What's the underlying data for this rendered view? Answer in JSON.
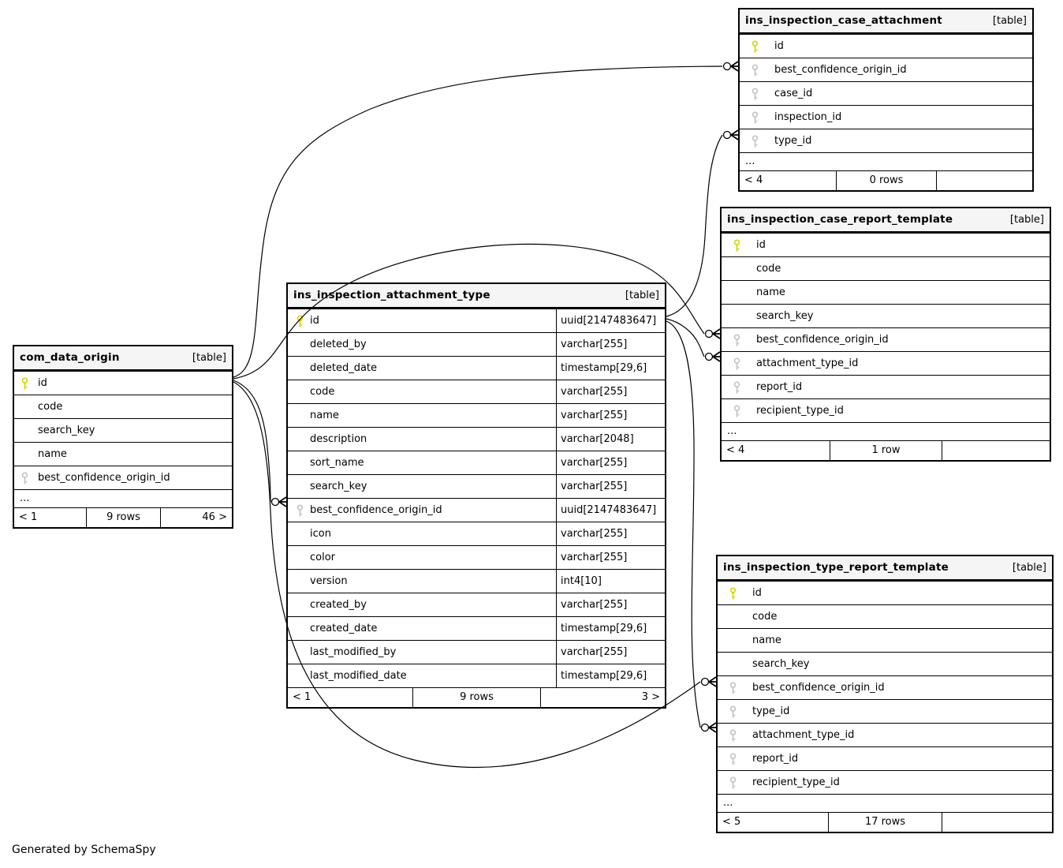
{
  "footer_note": "Generated by SchemaSpy",
  "colors": {
    "pk_key": "#d6d600",
    "fk_key": "#c4c4c4",
    "header_bg": "#f5f5f5",
    "border": "#000000",
    "edge": "#000000"
  },
  "tables": [
    {
      "name": "com_data_origin",
      "tag": "[table]",
      "columns": [
        {
          "name": "id",
          "key": "pk"
        },
        {
          "name": "code"
        },
        {
          "name": "search_key"
        },
        {
          "name": "name"
        },
        {
          "name": "best_confidence_origin_id",
          "key": "fk"
        },
        {
          "name": "...",
          "ellipsis": true
        }
      ],
      "footer": {
        "left": "< 1",
        "center": "9 rows",
        "right": "46 >"
      }
    },
    {
      "name": "ins_inspection_attachment_type",
      "tag": "[table]",
      "columns": [
        {
          "name": "id",
          "type": "uuid[2147483647]",
          "key": "pk"
        },
        {
          "name": "deleted_by",
          "type": "varchar[255]"
        },
        {
          "name": "deleted_date",
          "type": "timestamp[29,6]"
        },
        {
          "name": "code",
          "type": "varchar[255]"
        },
        {
          "name": "name",
          "type": "varchar[255]"
        },
        {
          "name": "description",
          "type": "varchar[2048]"
        },
        {
          "name": "sort_name",
          "type": "varchar[255]"
        },
        {
          "name": "search_key",
          "type": "varchar[255]"
        },
        {
          "name": "best_confidence_origin_id",
          "type": "uuid[2147483647]",
          "key": "fk"
        },
        {
          "name": "icon",
          "type": "varchar[255]"
        },
        {
          "name": "color",
          "type": "varchar[255]"
        },
        {
          "name": "version",
          "type": "int4[10]"
        },
        {
          "name": "created_by",
          "type": "varchar[255]"
        },
        {
          "name": "created_date",
          "type": "timestamp[29,6]"
        },
        {
          "name": "last_modified_by",
          "type": "varchar[255]"
        },
        {
          "name": "last_modified_date",
          "type": "timestamp[29,6]"
        }
      ],
      "footer": {
        "left": "< 1",
        "center": "9 rows",
        "right": "3 >"
      }
    },
    {
      "name": "ins_inspection_case_attachment",
      "tag": "[table]",
      "columns": [
        {
          "name": "id",
          "key": "pk"
        },
        {
          "name": "best_confidence_origin_id",
          "key": "fk"
        },
        {
          "name": "case_id",
          "key": "fk"
        },
        {
          "name": "inspection_id",
          "key": "fk"
        },
        {
          "name": "type_id",
          "key": "fk"
        },
        {
          "name": "...",
          "ellipsis": true
        }
      ],
      "footer": {
        "left": "< 4",
        "center": "0 rows",
        "right": ""
      }
    },
    {
      "name": "ins_inspection_case_report_template",
      "tag": "[table]",
      "columns": [
        {
          "name": "id",
          "key": "pk"
        },
        {
          "name": "code"
        },
        {
          "name": "name"
        },
        {
          "name": "search_key"
        },
        {
          "name": "best_confidence_origin_id",
          "key": "fk"
        },
        {
          "name": "attachment_type_id",
          "key": "fk"
        },
        {
          "name": "report_id",
          "key": "fk"
        },
        {
          "name": "recipient_type_id",
          "key": "fk"
        },
        {
          "name": "...",
          "ellipsis": true
        }
      ],
      "footer": {
        "left": "< 4",
        "center": "1 row",
        "right": ""
      }
    },
    {
      "name": "ins_inspection_type_report_template",
      "tag": "[table]",
      "columns": [
        {
          "name": "id",
          "key": "pk"
        },
        {
          "name": "code"
        },
        {
          "name": "name"
        },
        {
          "name": "search_key"
        },
        {
          "name": "best_confidence_origin_id",
          "key": "fk"
        },
        {
          "name": "type_id",
          "key": "fk"
        },
        {
          "name": "attachment_type_id",
          "key": "fk"
        },
        {
          "name": "report_id",
          "key": "fk"
        },
        {
          "name": "recipient_type_id",
          "key": "fk"
        },
        {
          "name": "...",
          "ellipsis": true
        }
      ],
      "footer": {
        "left": "< 5",
        "center": "17 rows",
        "right": ""
      }
    }
  ],
  "relationships": [
    {
      "from_table": "com_data_origin",
      "from_column": "id",
      "to_table": "ins_inspection_case_attachment",
      "to_column": "best_confidence_origin_id"
    },
    {
      "from_table": "com_data_origin",
      "from_column": "id",
      "to_table": "ins_inspection_case_report_template",
      "to_column": "best_confidence_origin_id"
    },
    {
      "from_table": "com_data_origin",
      "from_column": "id",
      "to_table": "ins_inspection_attachment_type",
      "to_column": "best_confidence_origin_id"
    },
    {
      "from_table": "com_data_origin",
      "from_column": "id",
      "to_table": "ins_inspection_type_report_template",
      "to_column": "best_confidence_origin_id"
    },
    {
      "from_table": "ins_inspection_attachment_type",
      "from_column": "id",
      "to_table": "ins_inspection_case_attachment",
      "to_column": "type_id"
    },
    {
      "from_table": "ins_inspection_attachment_type",
      "from_column": "id",
      "to_table": "ins_inspection_case_report_template",
      "to_column": "attachment_type_id"
    },
    {
      "from_table": "ins_inspection_attachment_type",
      "from_column": "id",
      "to_table": "ins_inspection_type_report_template",
      "to_column": "attachment_type_id"
    }
  ]
}
